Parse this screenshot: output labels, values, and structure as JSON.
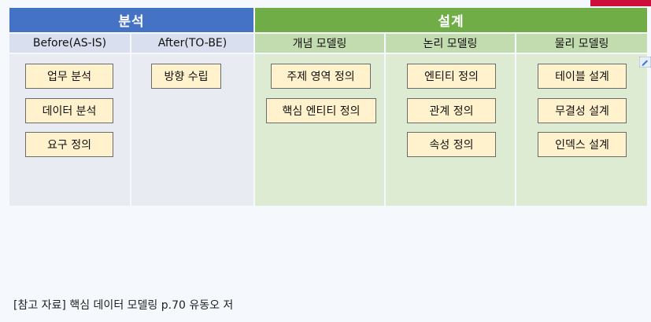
{
  "header": {
    "analysis": "분석",
    "design": "설계"
  },
  "columns": {
    "before": "Before(AS-IS)",
    "after": "After(TO-BE)",
    "conceptual": "개념 모델링",
    "logical": "논리 모델링",
    "physical": "물리 모델링"
  },
  "boxes": {
    "before": [
      "업무 분석",
      "데이터 분석",
      "요구 정의"
    ],
    "after": [
      "방향 수립"
    ],
    "conceptual": [
      "주제 영역 정의",
      "핵심 엔티티 정의"
    ],
    "logical": [
      "엔티티 정의",
      "관계 정의",
      "속성 정의"
    ],
    "physical": [
      "테이블 설계",
      "무결성 설계",
      "인덱스 설계"
    ]
  },
  "footer": "[참고 자료] 핵심 데이터 모델링 p.70 유동오 저",
  "colors": {
    "analysis_header": "#4472c4",
    "design_header": "#70ad47",
    "box_fill": "#fff2cc",
    "accent": "#cc0e3a"
  },
  "icons": [
    "pencil-icon"
  ]
}
